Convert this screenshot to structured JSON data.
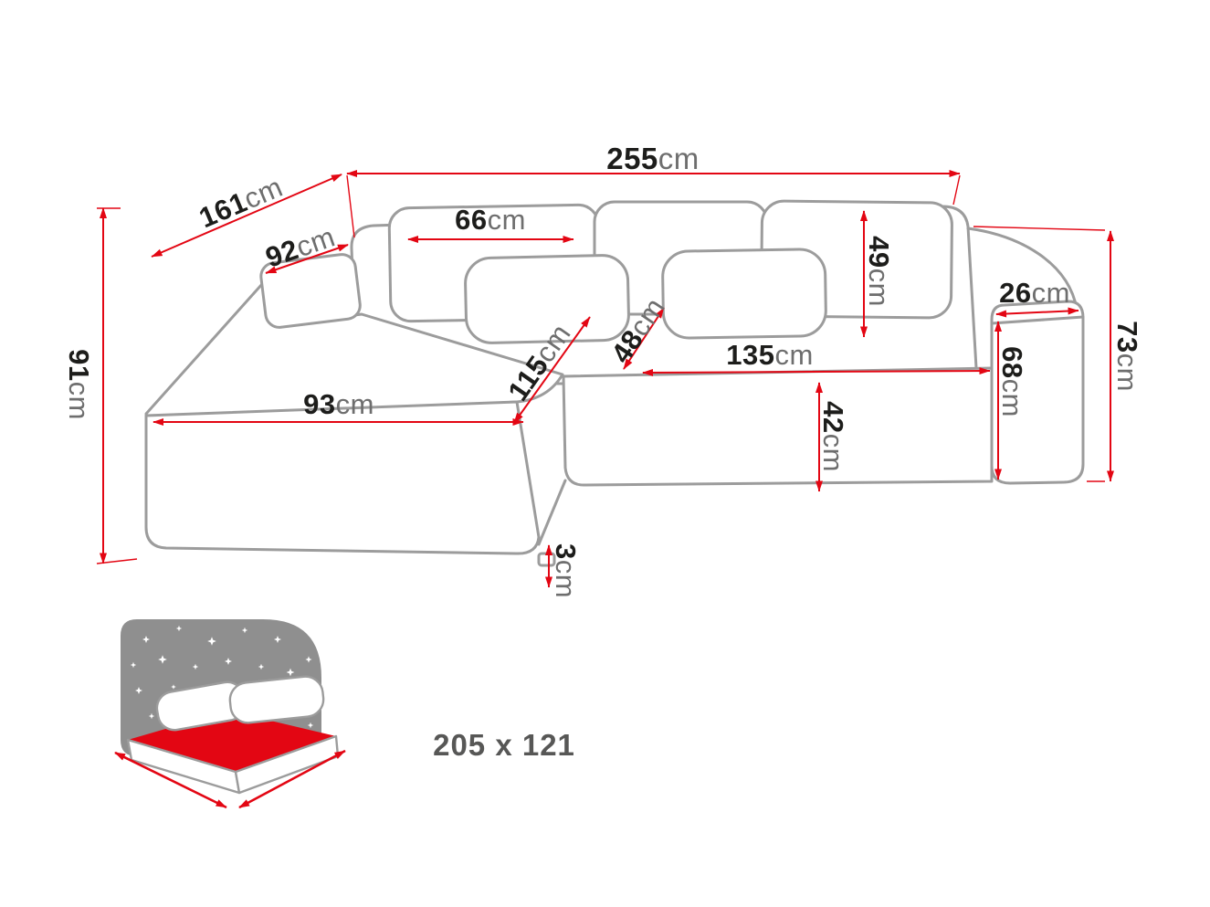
{
  "diagram": {
    "unit": "cm",
    "dims": {
      "total_width": "255",
      "depth": "161",
      "arm_left": "92",
      "height": "91",
      "cushion_width": "66",
      "cushion_height": "49",
      "arm_right_width": "26",
      "side_height": "73",
      "arm_right_height": "68",
      "seat_width": "135",
      "seat_depth": "48",
      "chaise_depth": "115",
      "chaise_width": "93",
      "seat_height": "42",
      "leg_height": "3"
    },
    "sleeping": {
      "label": "205 x 121",
      "icon": "sleeping-function-bed-icon"
    },
    "colors": {
      "dimension_line": "#e30613",
      "outline": "#9c9c9c",
      "text": "#1d1d1b",
      "night_sky": "#8f8f8f"
    }
  }
}
